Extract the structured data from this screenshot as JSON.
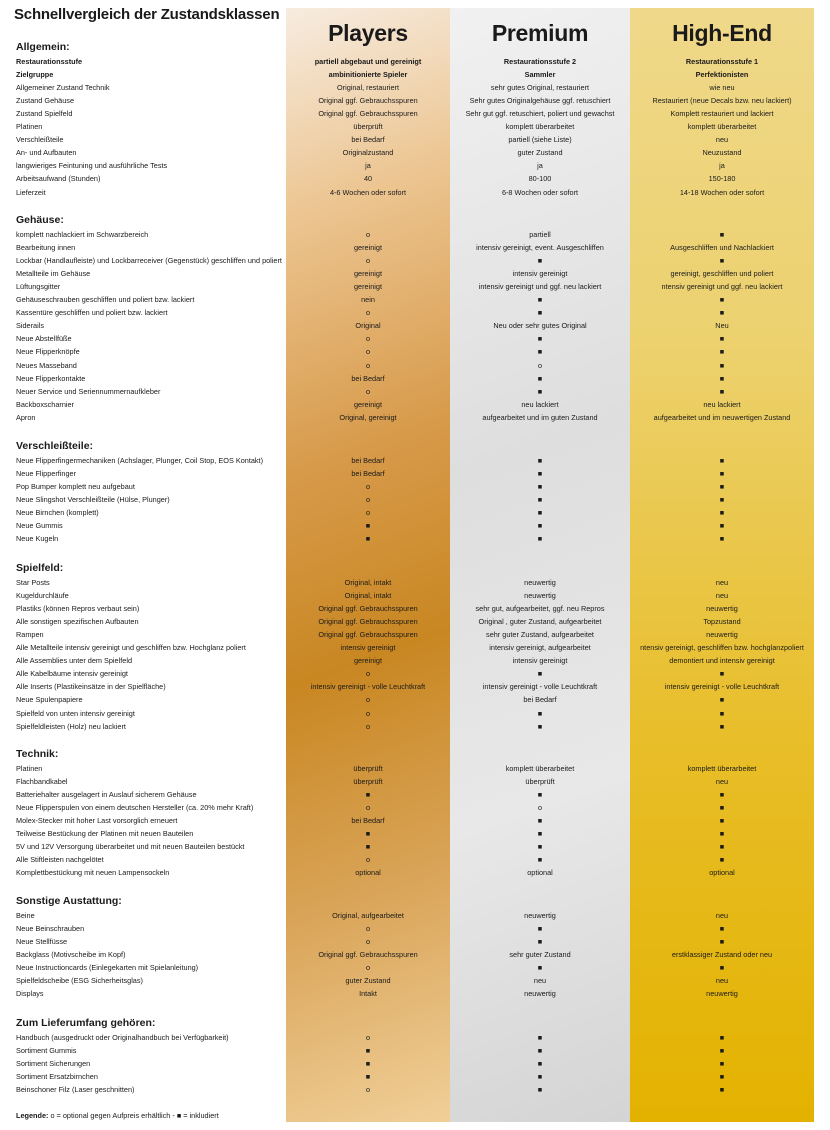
{
  "title": "Schnellvergleich der Zustandsklassen",
  "columns": [
    "Players",
    "Premium",
    "High-End"
  ],
  "sections": [
    {
      "title": "Allgemein:",
      "rows": [
        {
          "label": "Restaurationsstufe",
          "values": [
            "partiell abgebaut und gereinigt",
            "Restaurationsstufe 2",
            "Restaurationsstufe 1"
          ],
          "bold": true
        },
        {
          "label": "Zielgruppe",
          "values": [
            "ambinitionierte Spieler",
            "Sammler",
            "Perfektionisten"
          ],
          "bold": true
        },
        {
          "label": "Allgemeiner Zustand Technik",
          "values": [
            "Original, restauriert",
            "sehr gutes Original, restauriert",
            "wie neu"
          ]
        },
        {
          "label": "Zustand Gehäuse",
          "values": [
            "Original ggf. Gebrauchsspuren",
            "Sehr gutes Originalgehäuse ggf. retuschiert",
            "Restauriert (neue Decals bzw. neu lackiert)"
          ]
        },
        {
          "label": "Zustand Spielfeld",
          "values": [
            "Original ggf. Gebrauchsspuren",
            "Sehr gut ggf. retuschiert, poliert und gewachst",
            "Komplett restauriert und lackiert"
          ]
        },
        {
          "label": "Platinen",
          "values": [
            "überprüft",
            "komplett überarbeitet",
            "komplett überarbeitet"
          ]
        },
        {
          "label": "Verschleißteile",
          "values": [
            "bei Bedarf",
            "partiell (siehe Liste)",
            "neu"
          ]
        },
        {
          "label": "An- und Aufbauten",
          "values": [
            "Originalzustand",
            "guter Zustand",
            "Neuzustand"
          ]
        },
        {
          "label": "langwieriges Feintuning und ausführliche Tests",
          "values": [
            "ja",
            "ja",
            "ja"
          ]
        },
        {
          "label": "Arbeitsaufwand (Stunden)",
          "values": [
            "40",
            "80-100",
            "150-180"
          ]
        },
        {
          "label": "Lieferzeit",
          "values": [
            "4-6 Wochen oder sofort",
            "6-8 Wochen oder sofort",
            "14-18 Wochen oder sofort"
          ]
        }
      ]
    },
    {
      "title": "Gehäuse:",
      "rows": [
        {
          "label": "komplett nachlackiert im Schwarzbereich",
          "values": [
            "o",
            "partiell",
            "■"
          ]
        },
        {
          "label": "Bearbeitung innen",
          "values": [
            "gereinigt",
            "intensiv gereinigt, event. Ausgeschliffen",
            "Ausgeschliffen und Nachlackiert"
          ]
        },
        {
          "label": "Lockbar (Handlaufleiste) und Lockbarreceiver (Gegenstück) geschliffen und poliert",
          "values": [
            "o",
            "■",
            "■"
          ]
        },
        {
          "label": "Metallteile im Gehäuse",
          "values": [
            "gereinigt",
            "intensiv gereinigt",
            "gereinigt, geschliffen und poliert"
          ]
        },
        {
          "label": "Lüftungsgitter",
          "values": [
            "gereinigt",
            "intensiv gereinigt und ggf. neu lackiert",
            "ntensiv gereinigt und ggf. neu lackiert"
          ]
        },
        {
          "label": "Gehäuseschrauben geschliffen und poliert bzw. lackiert",
          "values": [
            "nein",
            "■",
            "■"
          ]
        },
        {
          "label": "Kassentüre geschliffen und poliert bzw. lackiert",
          "values": [
            "o",
            "■",
            "■"
          ]
        },
        {
          "label": "Siderails",
          "values": [
            "Original",
            "Neu oder sehr gutes Original",
            "Neu"
          ]
        },
        {
          "label": "Neue Abstellfüße",
          "values": [
            "o",
            "■",
            "■"
          ]
        },
        {
          "label": "Neue Flipperknöpfe",
          "values": [
            "o",
            "■",
            "■"
          ]
        },
        {
          "label": "Neues Masseband",
          "values": [
            "o",
            "o",
            "■"
          ]
        },
        {
          "label": "Neue Flipperkontakte",
          "values": [
            "bei Bedarf",
            "■",
            "■"
          ]
        },
        {
          "label": "Neuer Service und Seriennummernaufkleber",
          "values": [
            "o",
            "■",
            "■"
          ]
        },
        {
          "label": "Backboxscharnier",
          "values": [
            "gereinigt",
            "neu lackiert",
            "neu lackiert"
          ]
        },
        {
          "label": "Apron",
          "values": [
            "Original, gereinigt",
            "aufgearbeitet und im guten Zustand",
            "aufgearbeitet und im neuwertigen Zustand"
          ]
        }
      ]
    },
    {
      "title": "Verschleißteile:",
      "rows": [
        {
          "label": "Neue Flipperfingermechaniken (Achslager, Plunger, Coil Stop, EOS Kontakt)",
          "values": [
            "bei Bedarf",
            "■",
            "■"
          ]
        },
        {
          "label": "Neue Flipperfinger",
          "values": [
            "bei Bedarf",
            "■",
            "■"
          ]
        },
        {
          "label": "Pop Bumper komplett neu aufgebaut",
          "values": [
            "o",
            "■",
            "■"
          ]
        },
        {
          "label": "Neue Slingshot Verschleißteile (Hülse, Plunger)",
          "values": [
            "o",
            "■",
            "■"
          ]
        },
        {
          "label": "Neue Birnchen (komplett)",
          "values": [
            "o",
            "■",
            "■"
          ]
        },
        {
          "label": "Neue Gummis",
          "values": [
            "■",
            "■",
            "■"
          ]
        },
        {
          "label": "Neue Kugeln",
          "values": [
            "■",
            "■",
            "■"
          ]
        }
      ]
    },
    {
      "title": "Spielfeld:",
      "rows": [
        {
          "label": "Star Posts",
          "values": [
            "Original, intakt",
            "neuwertig",
            "neu"
          ]
        },
        {
          "label": "Kugeldurchläufe",
          "values": [
            "Original, intakt",
            "neuwertig",
            "neu"
          ]
        },
        {
          "label": "Plastiks (können Repros verbaut sein)",
          "values": [
            "Original ggf. Gebrauchsspuren",
            "sehr gut, aufgearbeitet, ggf. neu Repros",
            "neuwertig"
          ]
        },
        {
          "label": "Alle sonstigen spezifischen Aufbauten",
          "values": [
            "Original ggf. Gebrauchsspuren",
            "Original , guter Zustand, aufgearbeitet",
            "Topzustand"
          ]
        },
        {
          "label": "Rampen",
          "values": [
            "Original ggf. Gebrauchsspuren",
            "sehr guter Zustand, aufgearbeitet",
            "neuwertig"
          ]
        },
        {
          "label": "Alle Metallteile intensiv gereinigt und geschliffen bzw. Hochglanz poliert",
          "values": [
            "intensiv gereinigt",
            "intensiv gereinigt, aufgearbeitet",
            "ntensiv gereinigt, geschliffen bzw. hochglanzpoliert"
          ]
        },
        {
          "label": "Alle Assemblies unter dem Spielfeld",
          "values": [
            "gereinigt",
            "intensiv gereinigt",
            "demontiert und intensiv gereinigt"
          ]
        },
        {
          "label": "Alle Kabelbäume intensiv gereinigt",
          "values": [
            "o",
            "■",
            "■"
          ]
        },
        {
          "label": "Alle Inserts (Plastikeinsätze in der Spielfläche)",
          "values": [
            "intensiv gereinigt - volle Leuchtkraft",
            "intensiv gereinigt - volle Leuchtkraft",
            "intensiv gereinigt - volle Leuchtkraft"
          ]
        },
        {
          "label": "Neue Spulenpapiere",
          "values": [
            "o",
            "bei Bedarf",
            "■"
          ]
        },
        {
          "label": "Spielfeld von unten intensiv gereinigt",
          "values": [
            "o",
            "■",
            "■"
          ]
        },
        {
          "label": "Spielfeldleisten (Holz) neu lackiert",
          "values": [
            "o",
            "■",
            "■"
          ]
        }
      ]
    },
    {
      "title": "Technik:",
      "rows": [
        {
          "label": "Platinen",
          "values": [
            "überprüft",
            "komplett überarbeitet",
            "komplett überarbeitet"
          ]
        },
        {
          "label": "Flachbandkabel",
          "values": [
            "überprüft",
            "überprüft",
            "neu"
          ]
        },
        {
          "label": "Batteriehalter ausgelagert in Auslauf sicherem Gehäuse",
          "values": [
            "■",
            "■",
            "■"
          ]
        },
        {
          "label": "Neue Flipperspulen von einem deutschen Hersteller (ca. 20% mehr Kraft)",
          "values": [
            "o",
            "o",
            "■"
          ]
        },
        {
          "label": "Molex-Stecker mit hoher Last vorsorglich erneuert",
          "values": [
            "bei Bedarf",
            "■",
            "■"
          ]
        },
        {
          "label": "Teilweise Bestückung der Platinen mit neuen Bauteilen",
          "values": [
            "■",
            "■",
            "■"
          ]
        },
        {
          "label": "5V und 12V Versorgung überarbeitet und mit neuen Bauteilen bestückt",
          "values": [
            "■",
            "■",
            "■"
          ]
        },
        {
          "label": "Alle Stiftleisten nachgelötet",
          "values": [
            "o",
            "■",
            "■"
          ]
        },
        {
          "label": "Komplettbestückung mit neuen Lampensockeln",
          "values": [
            "optional",
            "optional",
            "optional"
          ]
        }
      ]
    },
    {
      "title": "Sonstige Austattung:",
      "rows": [
        {
          "label": "Beine",
          "values": [
            "Original, aufgearbeitet",
            "neuwertig",
            "neu"
          ]
        },
        {
          "label": "Neue Beinschrauben",
          "values": [
            "o",
            "■",
            "■"
          ]
        },
        {
          "label": "Neue Stellfüsse",
          "values": [
            "o",
            "■",
            "■"
          ]
        },
        {
          "label": "Backglass (Motivscheibe im Kopf)",
          "values": [
            "Original ggf. Gebrauchsspuren",
            "sehr guter Zustand",
            "erstklassiger Zustand oder neu"
          ]
        },
        {
          "label": "Neue Instructioncards (Einlegekarten mit Spielanleitung)",
          "values": [
            "o",
            "■",
            "■"
          ]
        },
        {
          "label": "Spielfeldscheibe (ESG Sicherheitsglas)",
          "values": [
            "guter Zustand",
            "neu",
            "neu"
          ]
        },
        {
          "label": "Displays",
          "values": [
            "Intakt",
            "neuwertig",
            "neuwertig"
          ]
        }
      ]
    },
    {
      "title": "Zum Lieferumfang gehören:",
      "rows": [
        {
          "label": "Handbuch (ausgedruckt oder Originalhandbuch bei Verfügbarkeit)",
          "values": [
            "o",
            "■",
            "■"
          ]
        },
        {
          "label": "Sortiment Gummis",
          "values": [
            "■",
            "■",
            "■"
          ]
        },
        {
          "label": "Sortiment Sicherungen",
          "values": [
            "■",
            "■",
            "■"
          ]
        },
        {
          "label": "Sortiment Ersatzbirnchen",
          "values": [
            "■",
            "■",
            "■"
          ]
        },
        {
          "label": "Beinschoner Filz (Laser geschnitten)",
          "values": [
            "o",
            "■",
            "■"
          ]
        }
      ]
    }
  ],
  "legend": {
    "label": "Legende:",
    "text": "o = optional gegen Aufpreis erhältlich - ■ = inkludiert"
  },
  "colors": {
    "players_accent": "#c98722",
    "premium_accent": "#dedede",
    "highend_accent": "#e3b200"
  }
}
